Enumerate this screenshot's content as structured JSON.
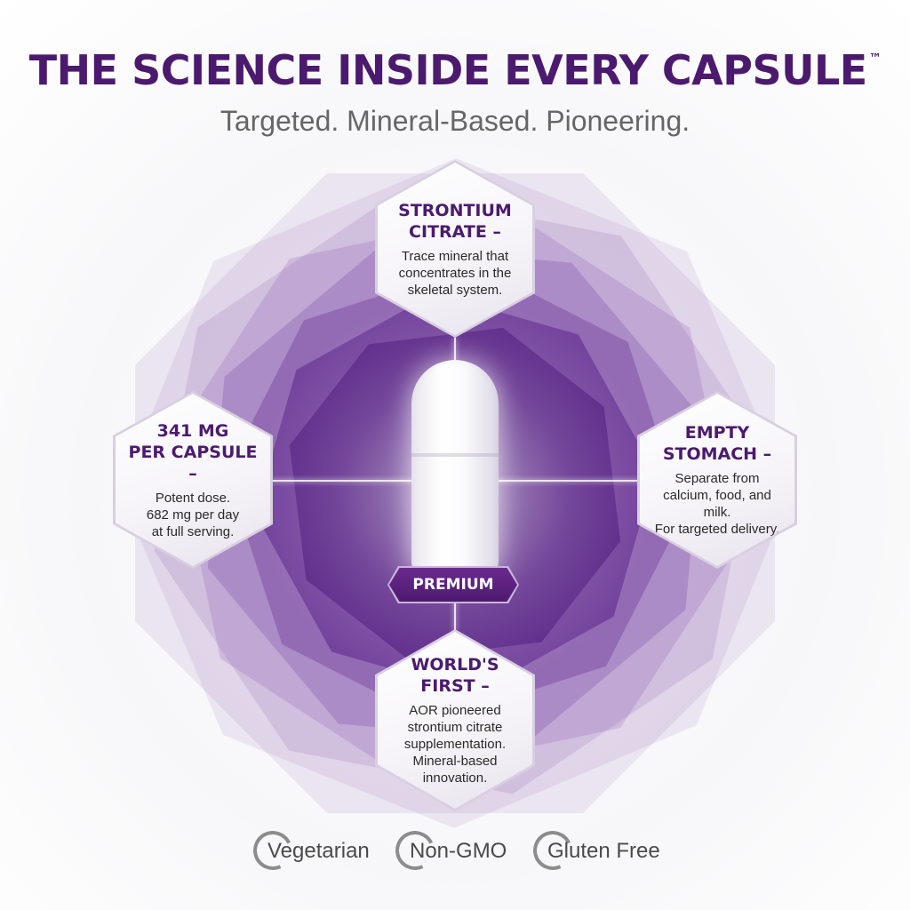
{
  "header": {
    "title": "THE SCIENCE INSIDE EVERY CAPSULE",
    "trademark": "™",
    "subtitle": "Targeted. Mineral-Based. Pioneering."
  },
  "badge": {
    "label": "PREMIUM"
  },
  "features": {
    "top": {
      "title": "STRONTIUM\nCITRATE –",
      "body": "Trace mineral that\nconcentrates in the\nskeletal system."
    },
    "left": {
      "title": "341 MG\nPER CAPSULE –",
      "body": "Potent dose.\n682 mg per day\nat full serving."
    },
    "right": {
      "title": "EMPTY\nSTOMACH –",
      "body": "Separate from\ncalcium, food, and milk.\nFor targeted delivery."
    },
    "bottom": {
      "title": "WORLD'S\nFIRST –",
      "body": "AOR pioneered\nstrontium citrate\nsupplementation.\nMineral-based\ninnovation."
    }
  },
  "certifications": [
    "Vegetarian",
    "Non-GMO",
    "Gluten Free"
  ],
  "colors": {
    "brand_purple": "#4b1a6e",
    "text_gray": "#666666",
    "burst_purple": "#5a1f86"
  }
}
